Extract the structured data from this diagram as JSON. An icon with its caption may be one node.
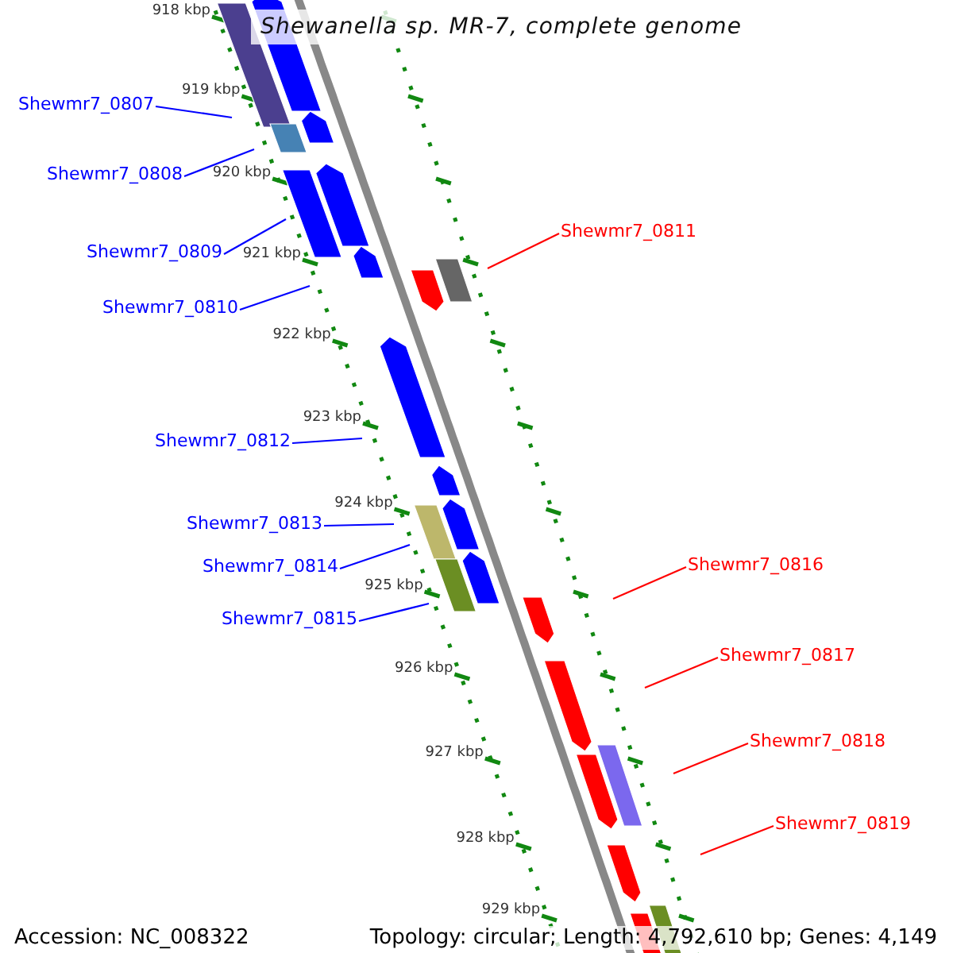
{
  "diagram": {
    "title": "Shewanella sp. MR-7, complete genome",
    "nodes": [
      {
        "text": [
          "Shewmr7_0807"
        ]
      },
      {
        "text": [
          "Shewmr7_0808"
        ]
      },
      {
        "text": [
          "Shewmr7_0809"
        ]
      },
      {
        "text": [
          "Shewmr7_0810"
        ]
      },
      {
        "text": [
          "Shewmr7_0811"
        ]
      },
      {
        "text": [
          "Shewmr7_0812"
        ]
      },
      {
        "text": [
          "Shewmr7_0813"
        ]
      },
      {
        "text": [
          "Shewmr7_0814"
        ]
      },
      {
        "text": [
          "Shewmr7_0815"
        ]
      },
      {
        "text": [
          "Shewmr7_0816"
        ]
      },
      {
        "text": [
          "Shewmr7_0817"
        ]
      },
      {
        "text": [
          "Shewmr7_0818"
        ]
      },
      {
        "text": [
          "Shewmr7_0819"
        ]
      }
    ],
    "edges": [
      {
        "from": 0,
        "to": null,
        "arrow": "none"
      },
      {
        "from": 1,
        "to": null,
        "arrow": "none"
      },
      {
        "from": 2,
        "to": null,
        "arrow": "none"
      },
      {
        "from": 3,
        "to": null,
        "arrow": "none"
      },
      {
        "from": 4,
        "to": null,
        "arrow": "none",
        "color": "#ff0000"
      },
      {
        "from": 5,
        "to": null,
        "arrow": "none"
      },
      {
        "from": 6,
        "to": null,
        "arrow": "none"
      },
      {
        "from": 7,
        "to": null,
        "arrow": "none"
      },
      {
        "from": 8,
        "to": null,
        "arrow": "none"
      },
      {
        "from": 9,
        "to": null,
        "arrow": "none",
        "color": "#ff0000"
      },
      {
        "from": 10,
        "to": null,
        "arrow": "none",
        "color": "#ff0000"
      },
      {
        "from": 11,
        "to": null,
        "arrow": "none",
        "color": "#ff0000"
      },
      {
        "from": 12,
        "to": null,
        "arrow": "none",
        "color": "#ff0000"
      }
    ],
    "labels": [
      "918 kbp",
      "919 kbp",
      "920 kbp",
      "921 kbp",
      "922 kbp",
      "923 kbp",
      "924 kbp",
      "925 kbp",
      "926 kbp",
      "927 kbp",
      "928 kbp",
      "929 kbp",
      "Accession: NC_008322",
      "Topology: circular; Length: 4,792,610 bp; Genes: 4,149"
    ]
  }
}
